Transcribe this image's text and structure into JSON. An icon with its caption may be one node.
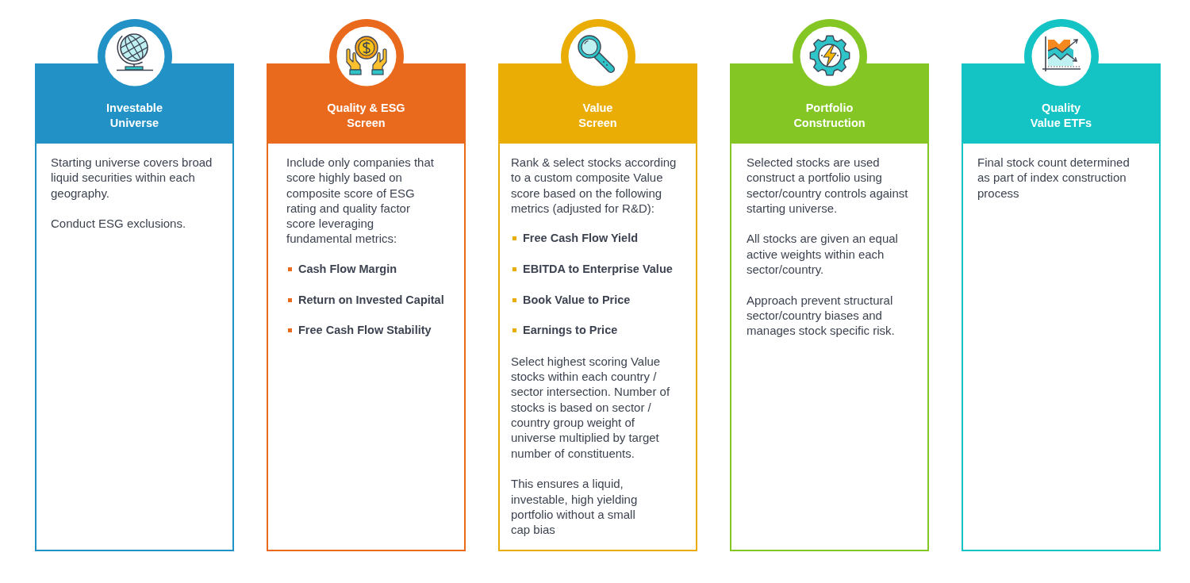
{
  "diagram": {
    "nodes": [
      {
        "text": [
          "Investable Universe",
          "Starting universe covers broad liquid securities within each geography.",
          "Conduct ESG exclusions."
        ]
      },
      {
        "text": [
          "Quality & ESG Screen",
          "Include only companies that score highly based on composite score of ESG rating and quality factor score leveraging fundamental metrics:",
          "Cash Flow Margin",
          "Return on Invested Capital",
          "Free Cash Flow Stability"
        ]
      },
      {
        "text": [
          "Value Screen",
          "Rank & select stocks according to a custom composite Value score based on the following metrics (adjusted for R&D):",
          "Free Cash Flow Yield",
          "EBITDA to Enterprise Value",
          "Book Value to Price",
          "Earnings to Price",
          "Select highest scoring Value stocks within each country / sector intersection. Number of stocks is based on sector / country group weight of universe multiplied by target number of constituents.",
          "This ensures a liquid, investable, high yielding portfolio without a small cap bias"
        ]
      },
      {
        "text": [
          "Portfolio Construction",
          "Selected stocks are used construct a portfolio using sector/country controls against starting universe.",
          "All stocks are given an equal active weights within each sector/country.",
          "Approach prevent structural sector/country biases and manages stock specific risk."
        ]
      },
      {
        "text": [
          "Quality Value ETFs",
          "Final stock count determined as part of index construction process"
        ]
      }
    ]
  }
}
